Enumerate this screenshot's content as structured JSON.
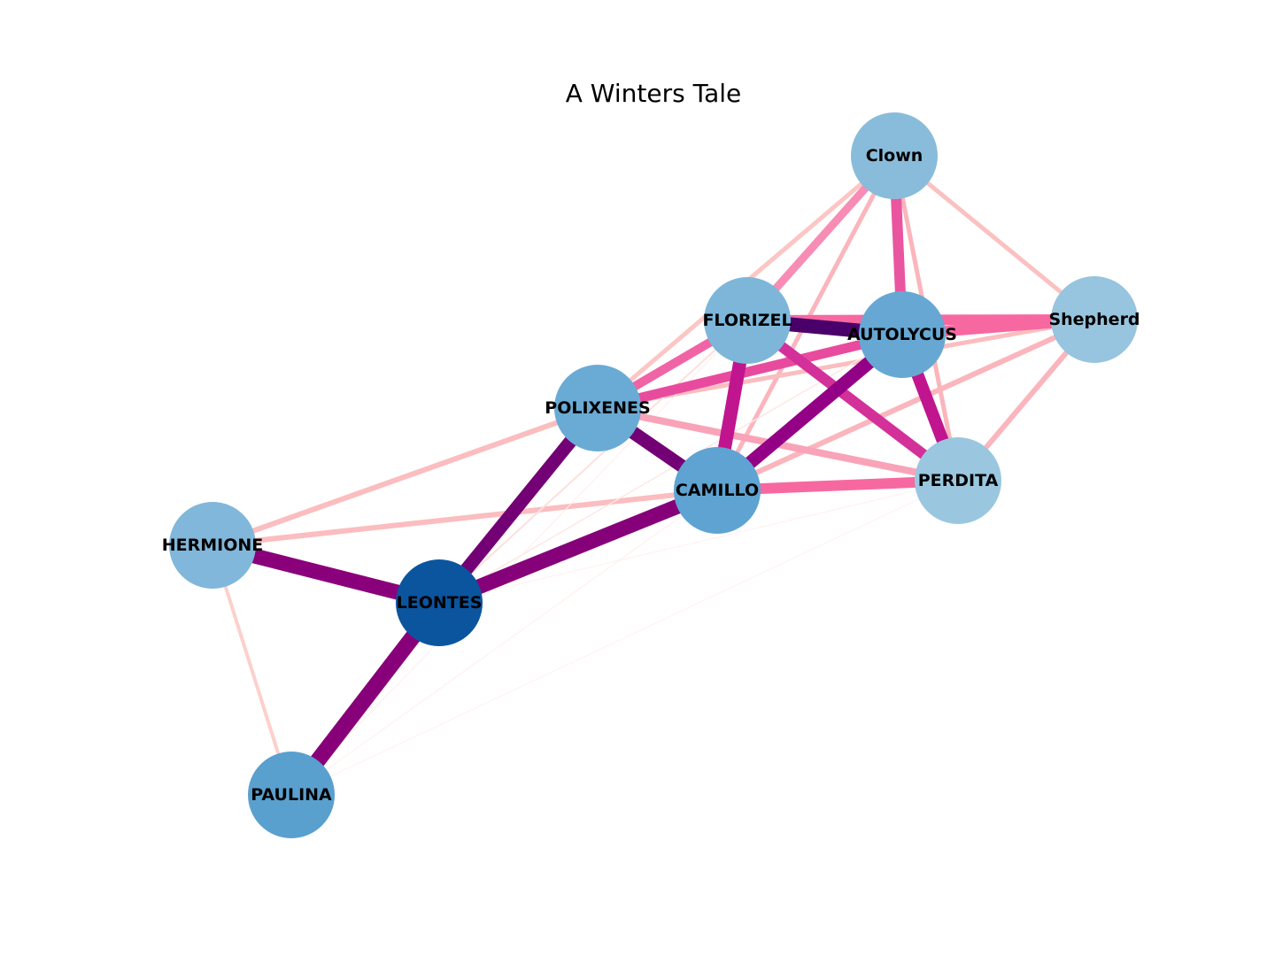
{
  "title": "A Winters Tale",
  "nodes": [
    {
      "id": "Clown",
      "label": "Clown",
      "color": "#89bcda"
    },
    {
      "id": "FLORIZEL",
      "label": "FLORIZEL",
      "color": "#7db6d9"
    },
    {
      "id": "AUTOLYCUS",
      "label": "AUTOLYCUS",
      "color": "#66a8d3"
    },
    {
      "id": "Shepherd",
      "label": "Shepherd",
      "color": "#97c4de"
    },
    {
      "id": "POLIXENES",
      "label": "POLIXENES",
      "color": "#6aabd5"
    },
    {
      "id": "CAMILLO",
      "label": "CAMILLO",
      "color": "#5ea3d2"
    },
    {
      "id": "PERDITA",
      "label": "PERDITA",
      "color": "#9ac7df"
    },
    {
      "id": "HERMIONE",
      "label": "HERMIONE",
      "color": "#80b7da"
    },
    {
      "id": "LEONTES",
      "label": "LEONTES",
      "color": "#0b559f"
    },
    {
      "id": "PAULINA",
      "label": "PAULINA",
      "color": "#59a0cf"
    }
  ],
  "edges": [
    {
      "source": "HERMIONE",
      "target": "PAULINA",
      "color": "#fcd0cc"
    },
    {
      "source": "HERMIONE",
      "target": "POLIXENES",
      "color": "#fbbdbf"
    },
    {
      "source": "HERMIONE",
      "target": "CAMILLO",
      "color": "#fbbdbf"
    },
    {
      "source": "Clown",
      "target": "POLIXENES",
      "color": "#fbc6c4"
    },
    {
      "source": "Clown",
      "target": "Shepherd",
      "color": "#fbc1c2"
    },
    {
      "source": "Clown",
      "target": "CAMILLO",
      "color": "#fbb5bc"
    },
    {
      "source": "Clown",
      "target": "PERDITA",
      "color": "#fbb5bc"
    },
    {
      "source": "POLIXENES",
      "target": "Shepherd",
      "color": "#fbbdbf"
    },
    {
      "source": "CAMILLO",
      "target": "Shepherd",
      "color": "#fbb5bc"
    },
    {
      "source": "PERDITA",
      "target": "Shepherd",
      "color": "#fbb5bc"
    },
    {
      "source": "LEONTES",
      "target": "FLORIZEL",
      "color": "#fde0dd"
    },
    {
      "source": "LEONTES",
      "target": "AUTOLYCUS",
      "color": "#fde8e4"
    },
    {
      "source": "LEONTES",
      "target": "PERDITA",
      "color": "#fff0ee"
    },
    {
      "source": "PAULINA",
      "target": "PERDITA",
      "color": "#fff2f0"
    },
    {
      "source": "PAULINA",
      "target": "CAMILLO",
      "color": "#ffeeec"
    },
    {
      "source": "PAULINA",
      "target": "FLORIZEL",
      "color": "#ffeeec"
    },
    {
      "source": "POLIXENES",
      "target": "PERDITA",
      "color": "#f9a3b8"
    },
    {
      "source": "Clown",
      "target": "FLORIZEL",
      "color": "#f78cb4"
    },
    {
      "source": "FLORIZEL",
      "target": "POLIXENES",
      "color": "#f064a6"
    },
    {
      "source": "POLIXENES",
      "target": "AUTOLYCUS",
      "color": "#e84b9e"
    },
    {
      "source": "Clown",
      "target": "AUTOLYCUS",
      "color": "#ea559f"
    },
    {
      "source": "CAMILLO",
      "target": "PERDITA",
      "color": "#f768a1"
    },
    {
      "source": "FLORIZEL",
      "target": "Shepherd",
      "color": "#f768a1"
    },
    {
      "source": "AUTOLYCUS",
      "target": "Shepherd",
      "color": "#f768a1"
    },
    {
      "source": "FLORIZEL",
      "target": "PERDITA",
      "color": "#d3309a"
    },
    {
      "source": "AUTOLYCUS",
      "target": "PERDITA",
      "color": "#c0158f"
    },
    {
      "source": "FLORIZEL",
      "target": "CAMILLO",
      "color": "#c0158f"
    },
    {
      "source": "AUTOLYCUS",
      "target": "CAMILLO",
      "color": "#930086"
    },
    {
      "source": "POLIXENES",
      "target": "CAMILLO",
      "color": "#730075"
    },
    {
      "source": "POLIXENES",
      "target": "LEONTES",
      "color": "#730075"
    },
    {
      "source": "HERMIONE",
      "target": "LEONTES",
      "color": "#8a007b"
    },
    {
      "source": "LEONTES",
      "target": "CAMILLO",
      "color": "#860079"
    },
    {
      "source": "LEONTES",
      "target": "PAULINA",
      "color": "#880079"
    },
    {
      "source": "FLORIZEL",
      "target": "AUTOLYCUS",
      "color": "#4a006a"
    }
  ]
}
